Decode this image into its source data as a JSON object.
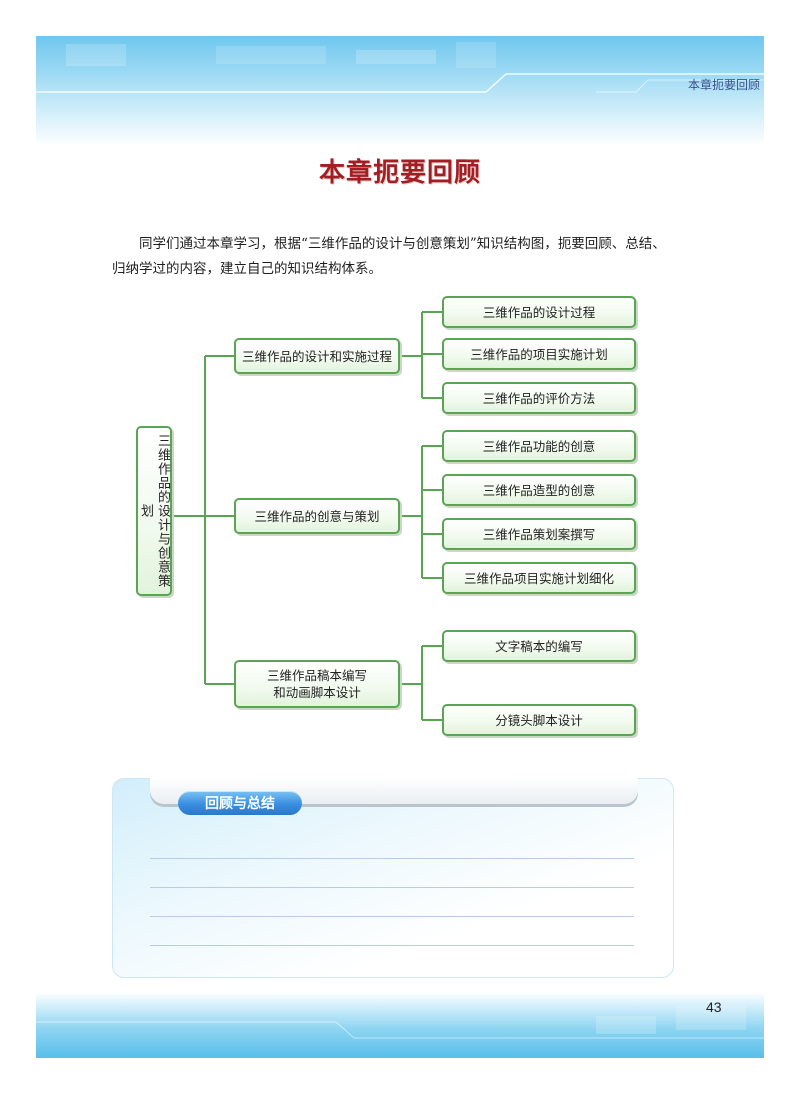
{
  "header": {
    "section_title": "本章扼要回顾"
  },
  "title": "本章扼要回顾",
  "intro": "同学们通过本章学习，根据“三维作品的设计与创意策划”知识结构图，扼要回顾、总结、归纳学过的内容，建立自己的知识结构体系。",
  "diagram": {
    "root": "三维作品的设计与创意策划",
    "branches": [
      {
        "label": "三维作品的设计和实施过程",
        "children": [
          "三维作品的设计过程",
          "三维作品的项目实施计划",
          "三维作品的评价方法"
        ]
      },
      {
        "label": "三维作品的创意与策划",
        "children": [
          "三维作品功能的创意",
          "三维作品造型的创意",
          "三维作品策划案撰写",
          "三维作品项目实施计划细化"
        ]
      },
      {
        "label_line1": "三维作品稿本编写",
        "label_line2": "和动画脚本设计",
        "children": [
          "文字稿本的编写",
          "分镜头脚本设计"
        ]
      }
    ]
  },
  "review": {
    "label": "回顾与总结"
  },
  "page_number": "43",
  "colors": {
    "title_red": "#a21e23",
    "node_border_green": "#5aa553",
    "header_blue": "#6fc7ee",
    "review_label_blue": "#3a8ee0"
  }
}
